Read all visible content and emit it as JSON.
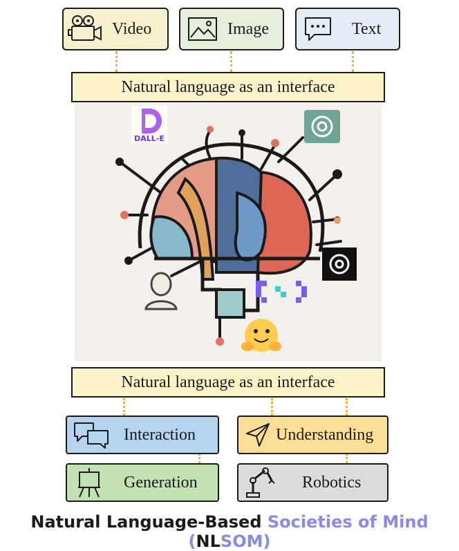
{
  "inputs": [
    {
      "label": "Video",
      "icon": "video-camera-icon",
      "color": "#f6f0cd"
    },
    {
      "label": "Image",
      "icon": "image-icon",
      "color": "#e5efdc"
    },
    {
      "label": "Text",
      "icon": "chat-bubble-icon",
      "color": "#e6ecf5"
    }
  ],
  "top_banner": "Natural language as an interface",
  "bottom_banner": "Natural language as an interface",
  "brain": {
    "dalle_label": "DALL-E"
  },
  "outputs": [
    {
      "label": "Interaction",
      "icon": "chat-bubbles-icon",
      "color": "#b6d3ef"
    },
    {
      "label": "Understanding",
      "icon": "navigation-arrow-icon",
      "color": "#fdde96"
    },
    {
      "label": "Generation",
      "icon": "easel-icon",
      "color": "#c3e2b2"
    },
    {
      "label": "Robotics",
      "icon": "robot-arm-icon",
      "color": "#dcdcdc"
    }
  ],
  "caption": {
    "part1": "Natural Language-Based ",
    "part2": "Societies of Mind",
    "part3": " (",
    "part4": "NL",
    "part5": "SOM",
    "part6": ")"
  },
  "colors": {
    "accent": "#8a89ec",
    "banner": "#fdf3c9",
    "connector": "#e4b52e"
  }
}
